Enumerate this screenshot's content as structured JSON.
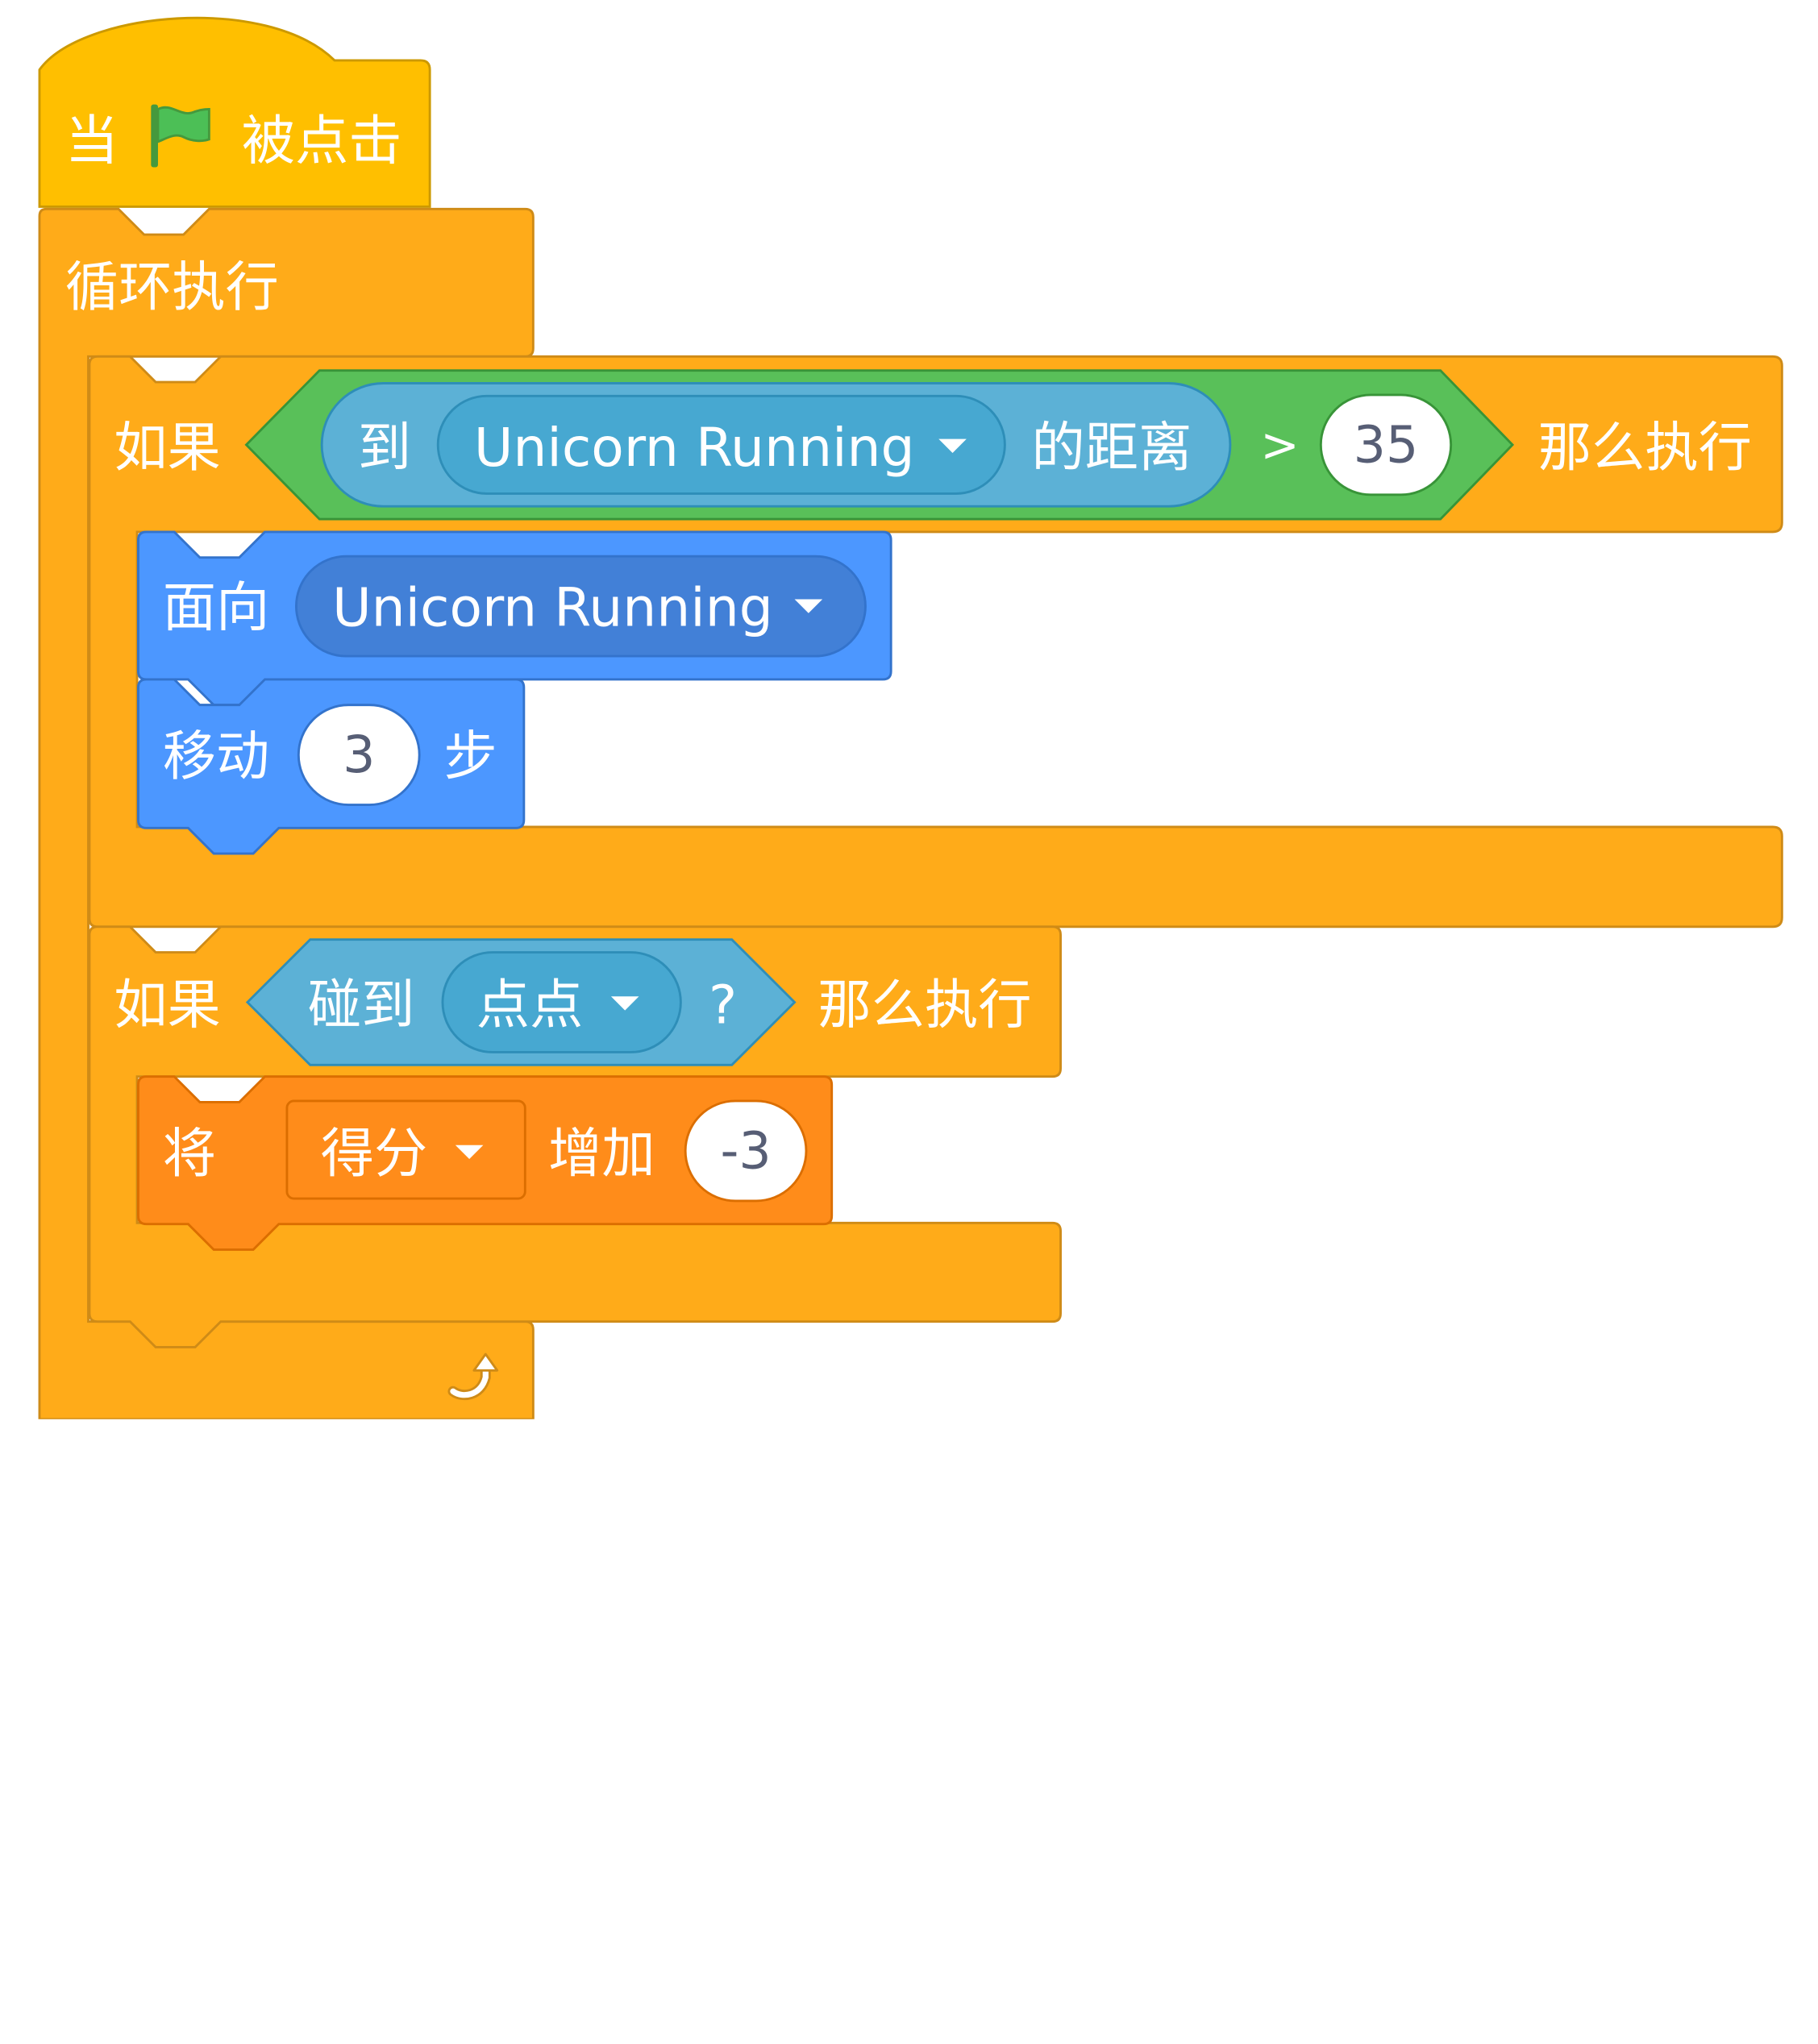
{
  "script": {
    "hat": {
      "prefix": "当",
      "suffix": "被点击",
      "icon": "green-flag-icon"
    },
    "forever": {
      "label": "循环执行",
      "end_icon": "loop-arrow-icon"
    },
    "if1": {
      "label": "如果",
      "then": "那么执行",
      "condition": {
        "operator": ">",
        "left": {
          "prefix": "到",
          "target": "Unicorn Running",
          "suffix": "的距离"
        },
        "right": "35"
      },
      "body": {
        "point_towards": {
          "label": "面向",
          "target": "Unicorn Running"
        },
        "move": {
          "label": "移动",
          "steps": "3",
          "unit": "步"
        }
      }
    },
    "if2": {
      "label": "如果",
      "then": "那么执行",
      "condition": {
        "prefix": "碰到",
        "target": "点点",
        "suffix": "?"
      },
      "body": {
        "change_var": {
          "prefix": "将",
          "variable": "得分",
          "verb": "增加",
          "value": "-3"
        }
      }
    }
  },
  "colors": {
    "events": "#ffbf00",
    "control": "#ffab19",
    "operators": "#59c059",
    "sensing": "#5cb1d6",
    "motion": "#4c97ff",
    "variables": "#ff8c1a",
    "flag": "#4cbf56"
  }
}
